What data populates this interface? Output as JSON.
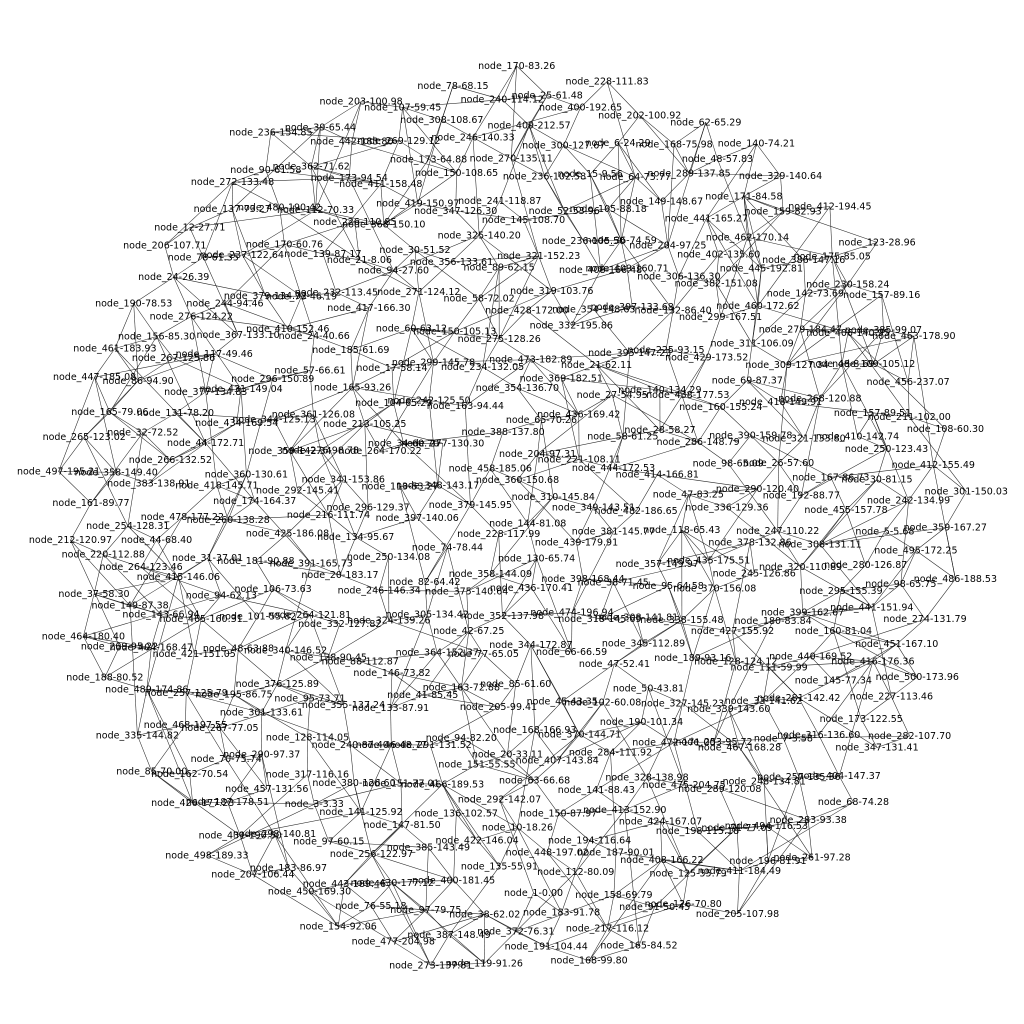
{
  "graph": {
    "kind": "network",
    "colors": {
      "background": "#ffffff",
      "edge": "#000000",
      "label": "#000000"
    },
    "nodes": [
      "node_144-81.08",
      "node_228-117.99",
      "node_360-150.68",
      "node_130-65.74",
      "node_379-145.95",
      "node_310-145.84",
      "node_358-144.09",
      "node_458-185.06",
      "node_439-179.91",
      "node_74-78.44",
      "node_204-97.31",
      "node_436-170.41",
      "node_348-143.17",
      "node_349-143.51",
      "node_375-140.64",
      "node_388-137.80",
      "node_398-168.44",
      "node_397-140.06",
      "node_221-108.11",
      "node_352-137.98",
      "node_277-130.30",
      "node_381-145.77",
      "node_82-64.42",
      "node_65-70.26",
      "node_474-196.94",
      "node_113-53.27",
      "node_444-172.53",
      "node_42-67.25",
      "node_163-94.44",
      "node_38-71.45",
      "node_250-134.08",
      "node_436-169.42",
      "node_344-172.87",
      "node_34-60.70",
      "node_482-186.65",
      "node_305-134.42",
      "node_354-136.70",
      "node_318-145.69",
      "node_296-129.37",
      "node_58-61.25",
      "node_77-65.05",
      "node_242-125.50",
      "node_357-149.97",
      "node_246-146.34",
      "node_369-182.51",
      "node_66-66.59",
      "node_264-170.22",
      "node_414-166.81",
      "node_364-152.37",
      "node_234-132.05",
      "node_308-141.81",
      "node_134-95.67",
      "node_27-54.95",
      "node_85-61.60",
      "node_104-65.29",
      "node_118-65.43",
      "node_324-139.26",
      "node_473-182.89",
      "node_47-52.41",
      "node_341-153.86",
      "node_28-58.27",
      "node_163-72.88",
      "node_299-145.78",
      "node_95-64.58",
      "node_20-183.17",
      "node_21-62.11",
      "node_45-43.35",
      "node_213-105.25",
      "node_47-83.25",
      "node_146-73.82",
      "node_275-128.26",
      "node_345-112.89",
      "node_216-111.74",
      "node_140-134.29",
      "node_205-99.41",
      "node_17-58.14",
      "node_435-175.51",
      "node_332-127.82",
      "node_332-195.86",
      "node_102-60.08",
      "node_276-98.78",
      "node_286-148.79",
      "node_41-85.45",
      "node_150-105.13",
      "node_338-155.48",
      "node_391-165.73",
      "node_395-147.23",
      "node_168-166.93",
      "node_165-93.26",
      "node_336-129.36",
      "node_88-112.87",
      "node_428-172.00",
      "node_50-43.81",
      "node_292-145.41",
      "node_438-177.53",
      "node_94-82.20",
      "node_60-63.12",
      "node_370-156.08",
      "node_264-121.81",
      "node_354-148.63",
      "node_370-144.71",
      "node_361-126.08",
      "node_98-65.09",
      "node_133-87.91",
      "node_58-72.02",
      "node_189-93.16",
      "node_425-186.08",
      "node_225-93.15",
      "node_20-33.11",
      "node_185-61.69",
      "node_378-132.86",
      "node_138-90.45",
      "node_319-103.76",
      "node_190-101.34",
      "node_359-142.34",
      "node_160-155.24",
      "node_291-131.52",
      "node_271-124.12",
      "node_427-155.92",
      "node_106-73.63",
      "node_397-133.68",
      "node_407-143.84",
      "node_57-66.61",
      "node_290-120.40",
      "node_355-137.24",
      "node_89-62.15",
      "node_327-145.23",
      "node_174-164.37",
      "node_429-173.52",
      "node_151-55.55",
      "node_417-166.30",
      "node_245-126.86",
      "node_340-146.52",
      "node_408-166.48",
      "node_284-111.92",
      "node_344-125.13",
      "node_390-159.78",
      "node_46-48.77",
      "node_356-133.61",
      "node_128-124.12",
      "node_181-90.88",
      "node_132-86.40",
      "node_63-66.68",
      "node_24-40.66",
      "node_247-110.22",
      "node_95-73.71",
      "node_321-152.23",
      "node_472-171.00",
      "node_360-130.61",
      "node_69-87.37",
      "node_466-189.53",
      "node_94-27.60",
      "node_180-83.84",
      "node_101-55.82",
      "node_409-160.71",
      "node_141-88.43",
      "node_296-150.89",
      "node_26-57.60",
      "node_240-87.40",
      "node_325-140.20",
      "node_339-143.60",
      "node_260-138.28",
      "node_299-167.51",
      "node_292-142.07",
      "node_232-113.45",
      "node_320-110.89",
      "node_376-125.89",
      "node_236-105.50",
      "node_328-138.98",
      "node_434-169.54",
      "node_418-149.91",
      "node_151-77.01",
      "node_30-51.52",
      "node_111-59.99",
      "node_94-62.13",
      "node_306-136.30",
      "node_150-87.97",
      "node_410-152.46",
      "node_192-88.77",
      "node_128-114.05",
      "node_145-108.70",
      "node_253-95.72",
      "node_418-145.71",
      "node_311-106.09",
      "node_136-102.57",
      "node_21-8.06",
      "node_399-162.67",
      "node_48-63.88",
      "node_36-74.59",
      "node_413-152.90",
      "node_431-149.04",
      "node_321-133.80",
      "node_380-126.60",
      "node_347-126.30",
      "node_33-141.62",
      "node_31-37.01",
      "node_382-151.08",
      "node_10-18.26",
      "node_73-46.19",
      "node_308-131.11",
      "node_301-133.61",
      "node_52-53.96",
      "node_475-204.75",
      "node_44-172.71",
      "node_309-127.34",
      "node_147-81.50",
      "node_368-150.10",
      "node_440-169.52",
      "node_465-160.31",
      "node_204-97.25",
      "node_194-116.64",
      "node_367-133.10",
      "node_167-86.73",
      "node_317-116.16",
      "node_241-118.87",
      "node_467-168.28",
      "node_478-177.22",
      "node_460-172.62",
      "node_422-146.04",
      "node_139-87.17",
      "node_295-155.39",
      "node_195-86.75",
      "node_105-88.18",
      "node_424-167.07",
      "node_377-134.83",
      "node_268-120.88",
      "node_141-125.92",
      "node_419-150.97",
      "node_281-142.42",
      "node_415-146.06",
      "node_402-135.60",
      "node_448-197.02",
      "node_379-134.92",
      "node_455-157.78",
      "node_290-97.37",
      "node_236-102.58",
      "node_289-120.08",
      "node_266-132.52",
      "node_279-184.47",
      "node_385-143.49",
      "node_226-110.85",
      "node_160-81.04",
      "node_421-151.05",
      "node_149-148.67",
      "node_187-90.01",
      "node_117-49.46",
      "node_410-142.74",
      "node_3-3.33",
      "node_150-108.65",
      "node_7-3.58",
      "node_44-68.40",
      "node_445-192.81",
      "node_135-55.91",
      "node_170-60.76",
      "node_280-126.87",
      "node_267-77.05",
      "node_15-9.56",
      "node_198-115.18",
      "node_131-78.20",
      "node_48-8.69",
      "node_256-122.97",
      "node_411-158.48",
      "node_145-77.34",
      "node_143-66.94",
      "node_441-165.27",
      "node_112-80.09",
      "node_244-94.46",
      "node_30-81.15",
      "node_457-131.56",
      "node_270-135.11",
      "node_248-134.81",
      "node_383-138.91",
      "node_142-73.69",
      "node_400-181.45",
      "node_112-70.33",
      "node_441-151.94",
      "node_257-125.79",
      "node_64-75.77",
      "node_408-166.22",
      "node_267-125.86",
      "node_157-89.51",
      "node_97-60.15",
      "node_173-64.88",
      "node_316-136.60",
      "node_264-123.46",
      "node_462-170.14",
      "node_1-0.00",
      "node_237-122.64",
      "node_5-5.68",
      "node_70-75.74",
      "node_300-127.67",
      "node_71-77.09",
      "node_32-72.52",
      "node_406-140.95",
      "node_430-177.12",
      "node_173-94.54",
      "node_416-176.36",
      "node_404-168.47",
      "node_289-137.85",
      "node_158-69.79",
      "node_276-124.22",
      "node_250-123.43",
      "node_298-140.81",
      "node_246-140.33",
      "node_257-135.36",
      "node_254-128.31",
      "node_386-147.16",
      "node_38-62.02",
      "node_480-190.42",
      "node_98-65.75",
      "node_468-197.55",
      "node_6-24.29",
      "node_125-55.79",
      "node_86-94.90",
      "node_109-105.12",
      "node_443-189.46",
      "node_269-129.12",
      "node_173-122.55",
      "node_149-87.38",
      "node_171-84.58",
      "node_183-91.78",
      "node_78-61.35",
      "node_242-134.99",
      "node_187-178.51",
      "node_409-212.57",
      "node_494-116.53",
      "node_358-149.40",
      "node_230-158.24",
      "node_97-79.75",
      "node_362-71.62",
      "node_451-167.10",
      "node_489-174.86",
      "node_168-75.98",
      "node_91-50.45",
      "node_156-85.30",
      "node_211-102.00",
      "node_183-86.97",
      "node_308-108.67",
      "node_404-147.37",
      "node_220-112.88",
      "node_159-82.93",
      "node_372-76.31",
      "node_137-73.27",
      "node_495-172.25",
      "node_162-70.54",
      "node_400-192.65",
      "node_411-184.49",
      "node_165-79.06",
      "node_385-99.07",
      "node_76-55.18",
      "node_442-183.80",
      "node_227-113.46",
      "node_209-95.22",
      "node_48-57.83",
      "node_217-116.12",
      "node_24-26.39",
      "node_412-155.49",
      "node_431-190.50",
      "node_240-114.12",
      "node_283-93.38",
      "node_161-89.77",
      "node_175-85.05",
      "node_387-148.49",
      "node_90-61.58",
      "node_274-131.79",
      "node_335-144.82",
      "node_202-100.92",
      "node_126-70.80",
      "node_461-183.93",
      "node_456-237.07",
      "node_450-169.30",
      "node_107-59.45",
      "node_347-131.41",
      "node_37-58.30",
      "node_329-140.64",
      "node_191-104.44",
      "node_12-27.71",
      "node_359-167.27",
      "node_426-177.23",
      "node_25-61.48",
      "node_196-81.91",
      "node_265-123.02",
      "node_157-89.16",
      "node_477-204.98",
      "node_39-65.44",
      "node_500-173.96",
      "node_188-80.52",
      "node_62-65.29",
      "node_165-84.52",
      "node_190-78.53",
      "node_108-60.30",
      "node_207-106.44",
      "node_78-68.15",
      "node_68-74.28",
      "node_212-120.97",
      "node_412-194.45",
      "node_119-91.26",
      "node_272-133.48",
      "node_486-188.53",
      "node_85-70.00",
      "node_228-111.83",
      "node_205-107.98",
      "node_447-185.08",
      "node_463-178.90",
      "node_154-92.06",
      "node_203-100.98",
      "node_282-107.70",
      "node_464-180.40",
      "node_140-74.21",
      "node_168-99.80",
      "node_206-107.71",
      "node_301-150.03",
      "node_498-189.33",
      "node_170-83.26",
      "node_261-97.28",
      "node_497-195.21",
      "node_123-28.96",
      "node_273-137.81",
      "node_236-154.85"
    ]
  }
}
